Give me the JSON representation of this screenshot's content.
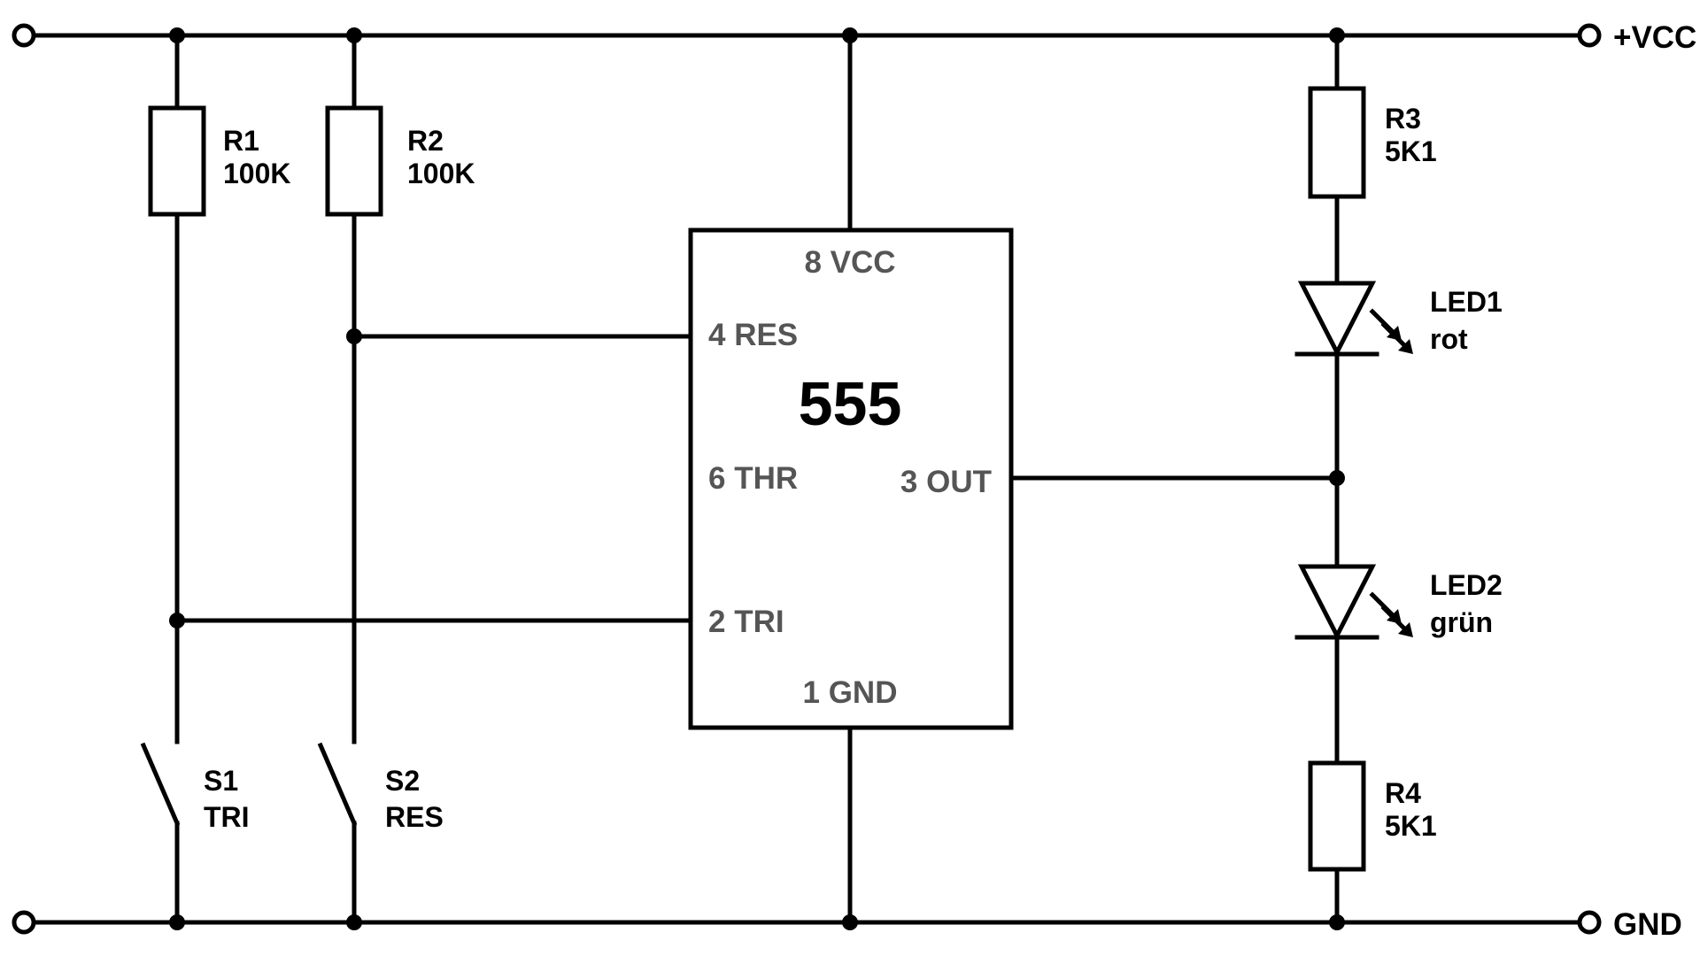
{
  "rails": {
    "vcc": "+VCC",
    "gnd": "GND"
  },
  "ic": {
    "name": "555",
    "pins": {
      "vcc": "8 VCC",
      "res": "4 RES",
      "thr": "6 THR",
      "out": "3 OUT",
      "tri": "2 TRI",
      "gnd": "1 GND"
    }
  },
  "components": {
    "r1": {
      "ref": "R1",
      "value": "100K"
    },
    "r2": {
      "ref": "R2",
      "value": "100K"
    },
    "r3": {
      "ref": "R3",
      "value": "5K1"
    },
    "r4": {
      "ref": "R4",
      "value": "5K1"
    },
    "led1": {
      "ref": "LED1",
      "color": "rot"
    },
    "led2": {
      "ref": "LED2",
      "color": "grün"
    },
    "s1": {
      "ref": "S1",
      "function": "TRI"
    },
    "s2": {
      "ref": "S2",
      "function": "RES"
    }
  }
}
